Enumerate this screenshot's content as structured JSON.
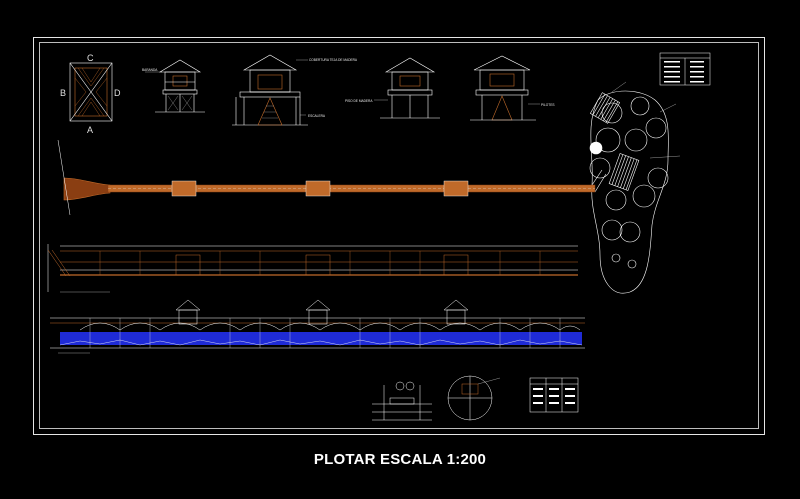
{
  "sheet": {
    "title": "PLOTAR ESCALA 1:200"
  },
  "colors": {
    "background": "#000000",
    "frame": "#e6e6e6",
    "linework": "#ffffff",
    "timber": "#c06a2a",
    "timber_dark": "#8a3e12",
    "water": "#1f2bd6"
  },
  "elevation_marks": {
    "top": "C",
    "left": "B",
    "right": "D",
    "bottom": "A"
  },
  "labels": {
    "cobertura": "COBERTURA TEJA DE MADERA",
    "piso": "PISO DE MADERA",
    "baranda": "BARANDA",
    "pilotes": "PILOTES",
    "escalera": "ESCALERA"
  },
  "icons": [
    "north-arrow-icon",
    "tree-circle-icon"
  ]
}
